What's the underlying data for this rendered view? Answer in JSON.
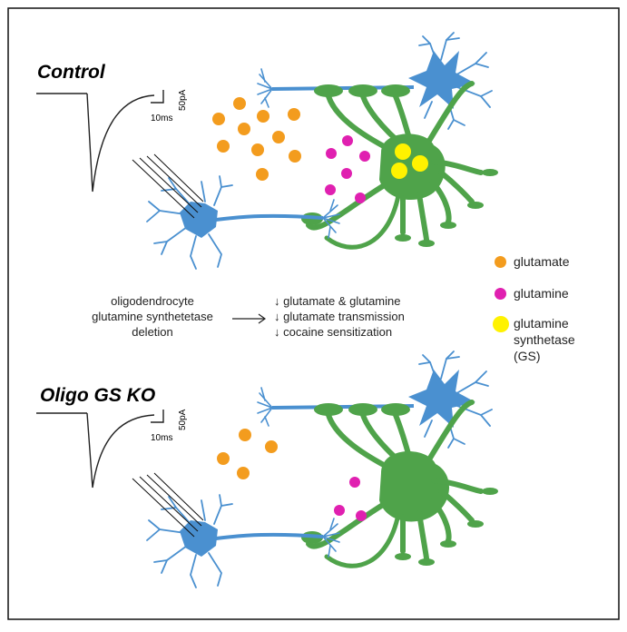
{
  "panels": {
    "control": {
      "title": "Control"
    },
    "ko": {
      "title": "Oligo GS KO"
    }
  },
  "scale_bar": {
    "amplitude": "50pA",
    "time": "10ms"
  },
  "mechanism": {
    "cause": [
      "oligodendrocyte",
      "glutamine synthetetase",
      "deletion"
    ],
    "effects": [
      "glutamate & glutamine",
      "glutamate transmission",
      "cocaine sensitization"
    ],
    "effect_arrow": "↓"
  },
  "legend": {
    "items": [
      {
        "lines": [
          "glutamate"
        ],
        "color": "#F39C1E"
      },
      {
        "lines": [
          "glutamine"
        ],
        "color": "#E020B0"
      },
      {
        "lines": [
          "glutamine",
          "synthetase",
          "(GS)"
        ],
        "color": "#FFF200"
      }
    ]
  },
  "colors": {
    "neuron": "#4A90D0",
    "astrocyte": "#4FA34A",
    "glutamate": "#F39C1E",
    "glutamine": "#E020B0",
    "gs": "#FFF200"
  }
}
